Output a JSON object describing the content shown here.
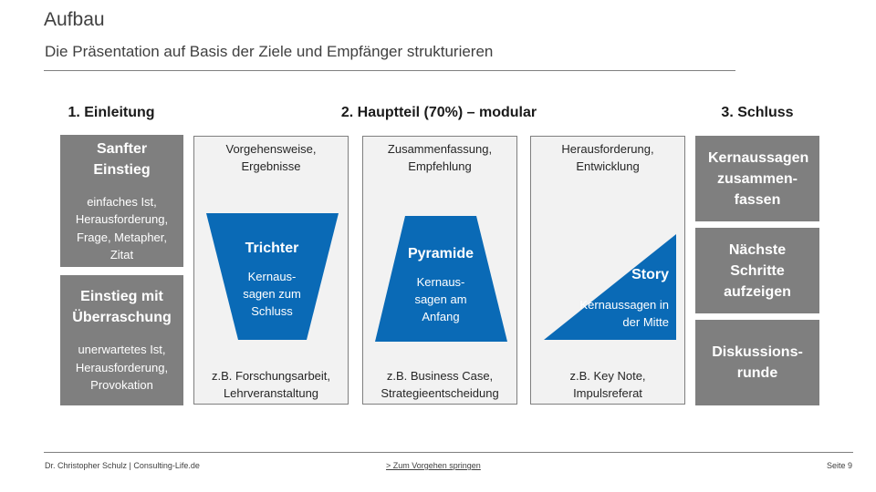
{
  "header": {
    "title": "Aufbau",
    "subtitle": "Die Präsentation auf Basis der Ziele und Empfänger strukturieren"
  },
  "sections": {
    "intro": "1. Einleitung",
    "main": "2. Hauptteil (70%) – modular",
    "end": "3. Schluss"
  },
  "intro_boxes": [
    {
      "title": "Sanfter Einstieg",
      "text": "einfaches Ist, Herausforderung, Frage, Metapher, Zitat"
    },
    {
      "title": "Einstieg mit Überraschung",
      "text": "unerwartetes Ist, Herausforderung, Provokation"
    }
  ],
  "panels": [
    {
      "top": "Vorgehensweise, Ergebnisse",
      "shape": "Trichter",
      "shape_text": "Kernaus-sagen zum Schluss",
      "bottom": "z.B. Forschungsarbeit, Lehrveranstaltung"
    },
    {
      "top": "Zusammenfassung, Empfehlung",
      "shape": "Pyramide",
      "shape_text": "Kernaus-sagen am Anfang",
      "bottom": "z.B. Business Case, Strategieentscheidung"
    },
    {
      "top": "Herausforderung, Entwicklung",
      "shape": "Story",
      "shape_text": "Kernaussagen in der Mitte",
      "bottom": "z.B. Key Note, Impulsreferat"
    }
  ],
  "end_boxes": [
    "Kernaussagen zusammen-fassen",
    "Nächste Schritte aufzeigen",
    "Diskussions-runde"
  ],
  "footer": {
    "author": "Dr. Christopher Schulz | Consulting-Life.de",
    "link": "> Zum Vorgehen springen",
    "page": "Seite 9"
  },
  "colors": {
    "blue": "#0a6ab6",
    "gray": "#7f7f7f",
    "panel": "#f2f2f2"
  }
}
